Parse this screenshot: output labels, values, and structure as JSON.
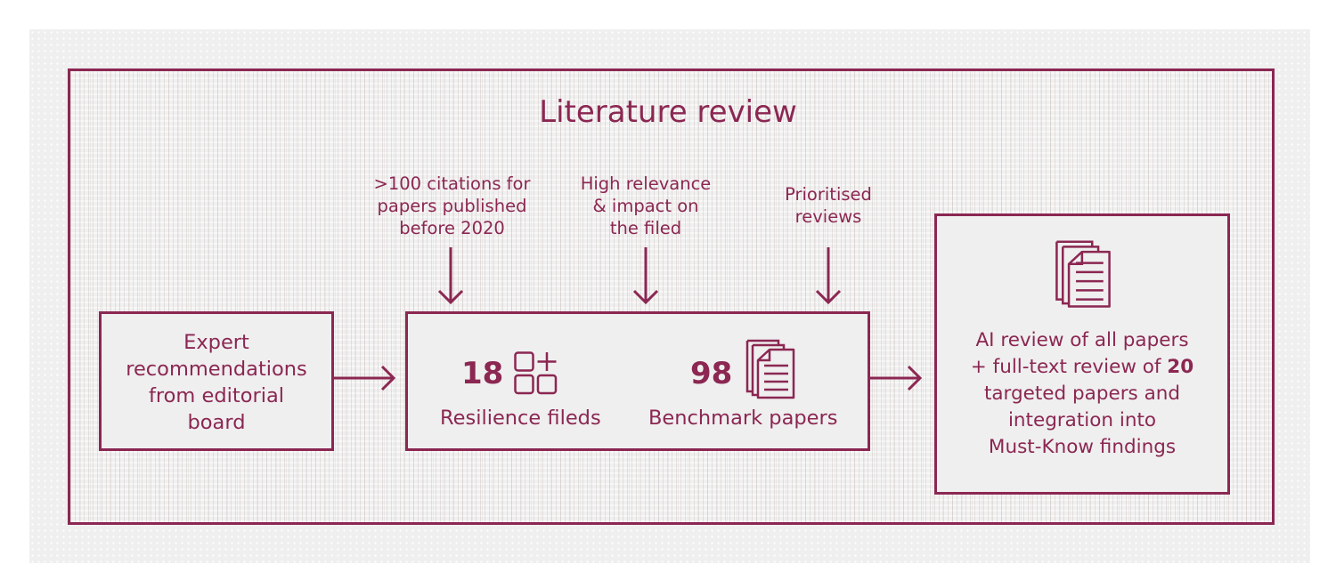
{
  "diagram": {
    "title": "Literature review",
    "criteria": [
      {
        "lines": [
          ">100 citations for",
          "papers published",
          "before 2020"
        ]
      },
      {
        "lines": [
          "High relevance",
          "& impact on",
          "the filed"
        ]
      },
      {
        "lines": [
          "Prioritised",
          "reviews"
        ]
      }
    ],
    "source_box": {
      "lines": [
        "Expert",
        "recommendations",
        "from editorial",
        "board"
      ]
    },
    "stats_box": {
      "fields": {
        "value": "18",
        "label": "Resilience fileds",
        "icon": "grid-plus-icon"
      },
      "papers": {
        "value": "98",
        "label": "Benchmark papers",
        "icon": "documents-stack-icon"
      }
    },
    "result_box": {
      "icon": "documents-stack-icon",
      "line1": "AI review of all papers",
      "line2_prefix": "+ full-text review of ",
      "line2_bold": "20",
      "line3": "targeted papers and",
      "line4": "integration into",
      "line5": "Must-Know findings"
    },
    "colors": {
      "accent": "#8b2752",
      "panel": "#efefef"
    }
  }
}
